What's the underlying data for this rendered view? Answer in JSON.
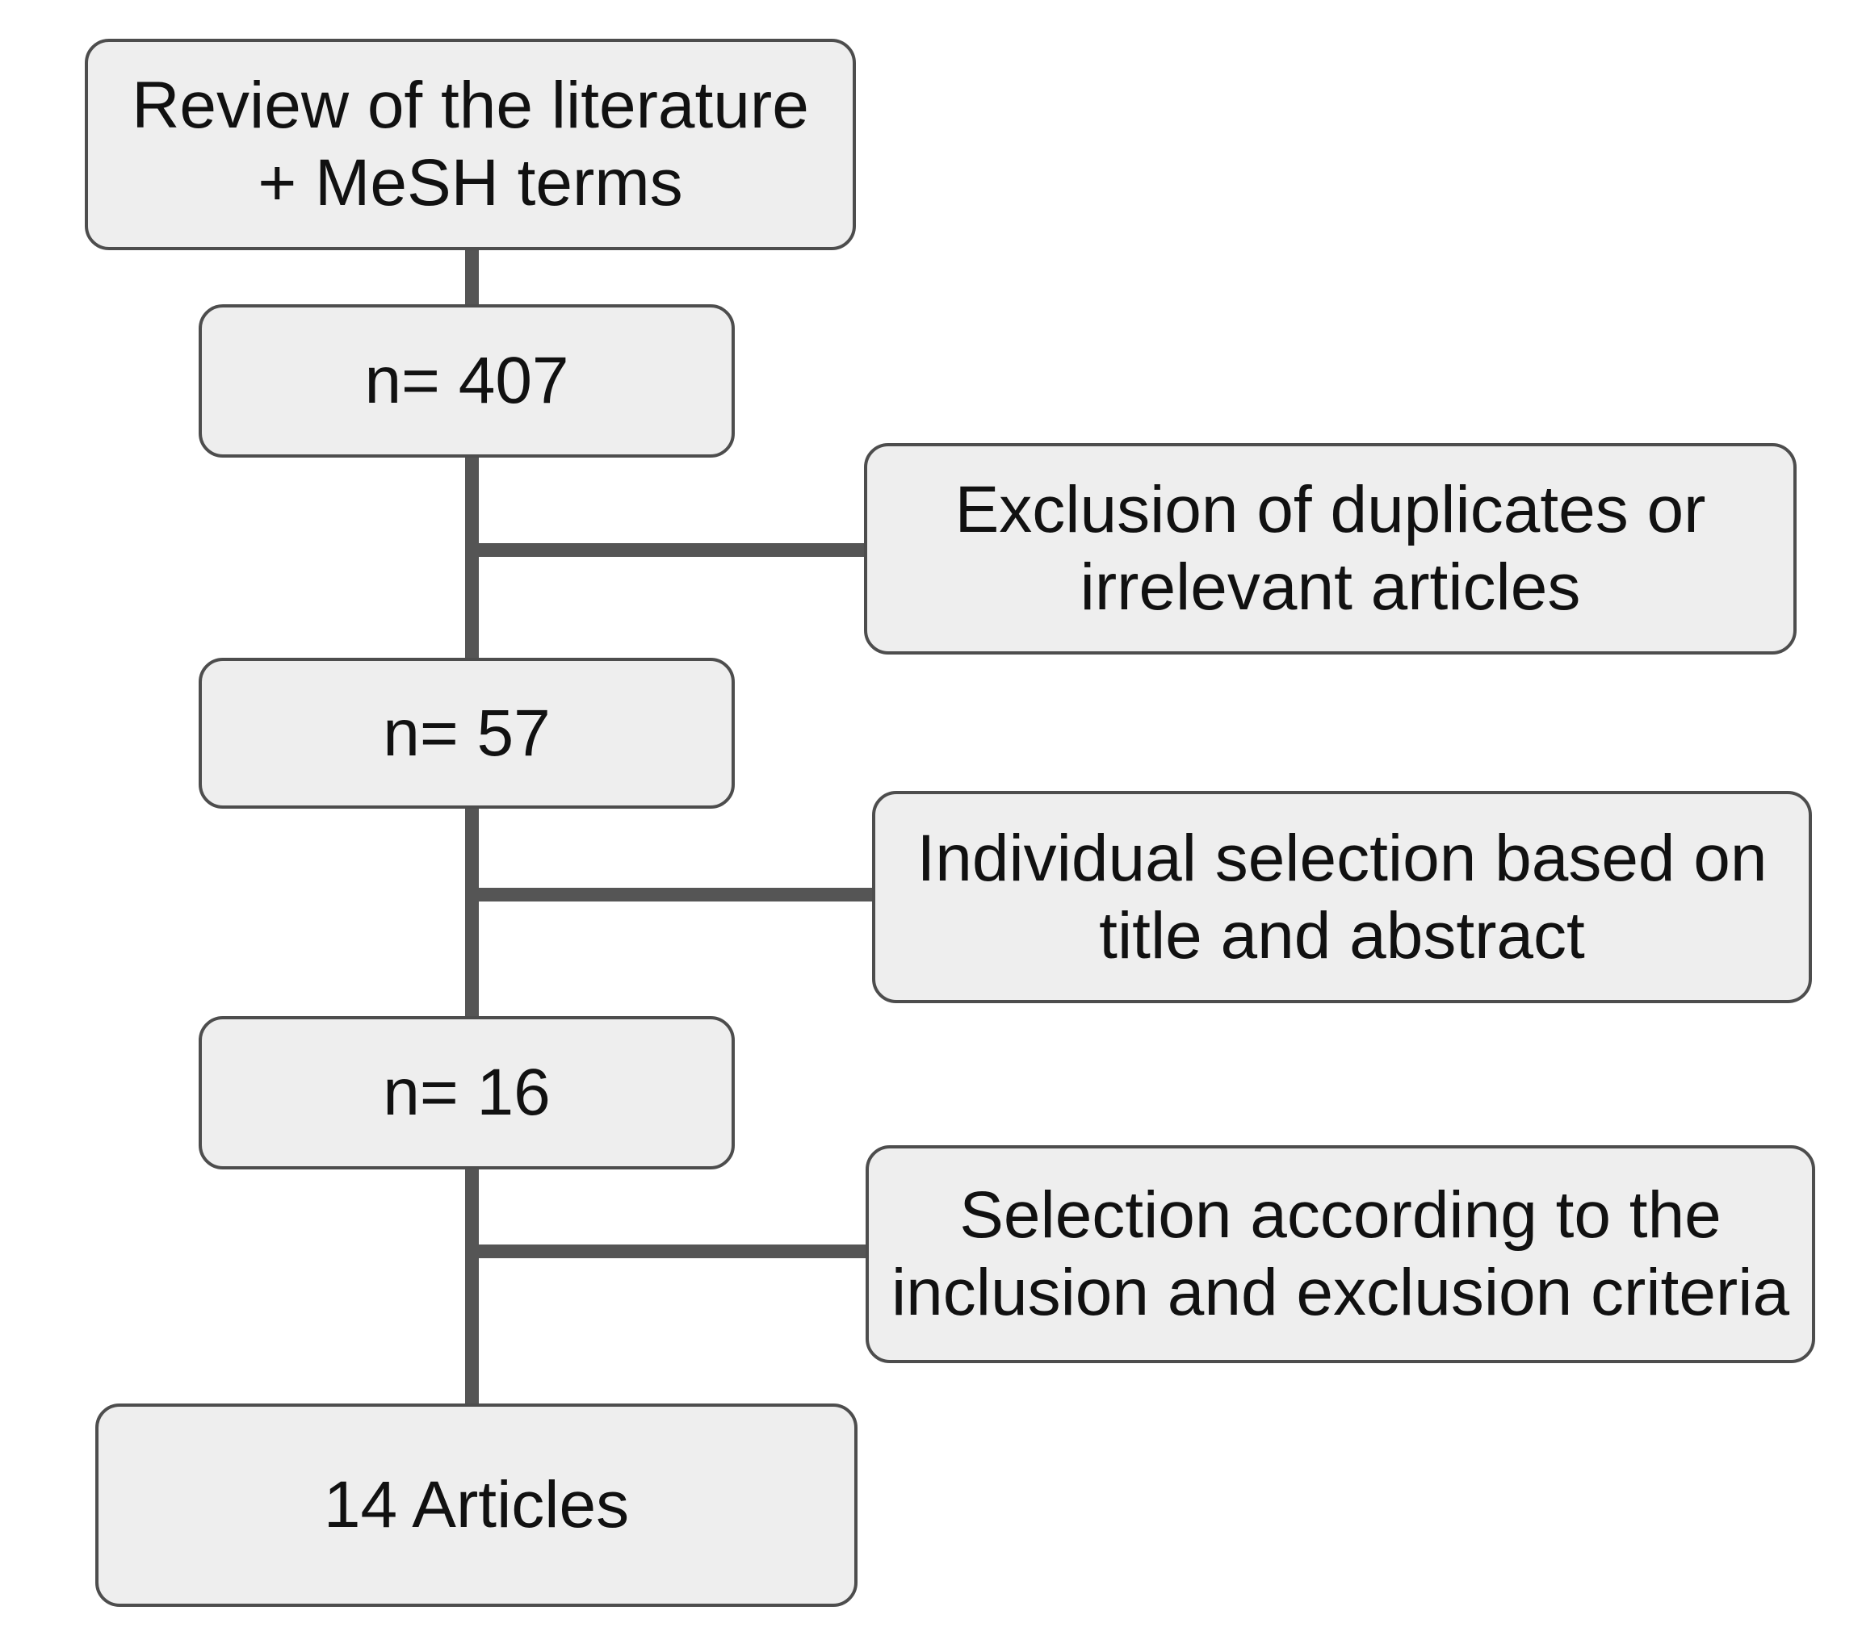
{
  "diagram": {
    "type": "flowchart",
    "background_color": "#ffffff",
    "node_fill_color": "#eeeeee",
    "node_border_color": "#4d4d4d",
    "connector_color": "#555555",
    "text_color": "#111111",
    "nodes": {
      "review": {
        "label": "Review of the literature\n+ MeSH terms"
      },
      "n407": {
        "label": "n= 407"
      },
      "exclusion": {
        "label": "Exclusion of duplicates or\nirrelevant articles"
      },
      "n57": {
        "label": "n= 57"
      },
      "individual_selection": {
        "label": "Individual selection based on\ntitle and abstract"
      },
      "n16": {
        "label": "n= 16"
      },
      "criteria_selection": {
        "label": "Selection according to the\ninclusion and exclusion criteria"
      },
      "final": {
        "label": "14 Articles"
      }
    },
    "flow": [
      {
        "from": "review",
        "to": "n407"
      },
      {
        "from": "n407",
        "to": "n57",
        "side": "exclusion"
      },
      {
        "from": "n57",
        "to": "n16",
        "side": "individual_selection"
      },
      {
        "from": "n16",
        "to": "final",
        "side": "criteria_selection"
      }
    ]
  }
}
